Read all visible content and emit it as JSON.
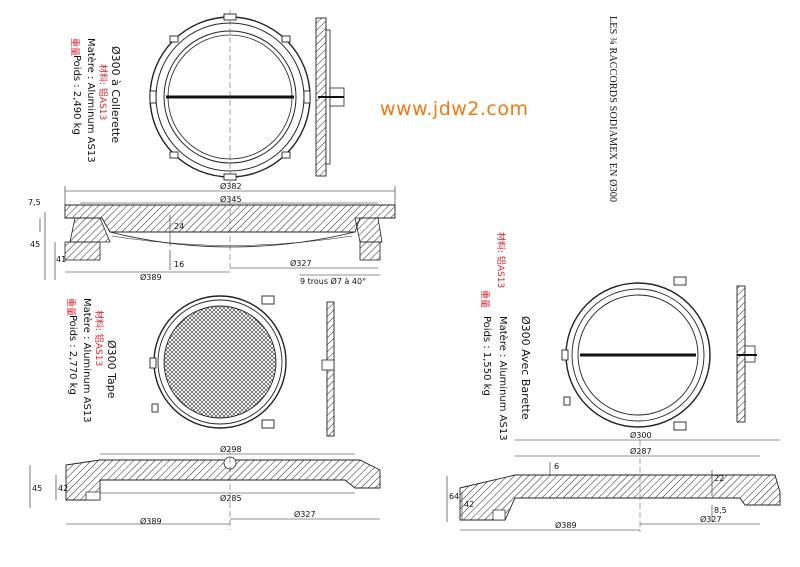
{
  "watermark": "www.jdw2.com",
  "side_title": "LES ¾ RACCORDS SODIAMEX EN Ø300",
  "blocks": {
    "collerette": {
      "red_label": "材料: 铝AS13",
      "title": "Ø300 à Collerette",
      "material": "Matère : Aluminum AS13",
      "weight_red": "重量",
      "weight": "Poids : 2,490 kg"
    },
    "tape": {
      "red_label": "材料: 铝AS13",
      "title": "Ø300 Tape",
      "material": "Matère : Aluminum AS13",
      "weight_red": "重量",
      "weight": "Poids : 2,770 kg"
    },
    "barette": {
      "red_label": "材料: 铝AS13",
      "title": "Ø300 Avec Barette",
      "material": "Matère : Aluminum AS13",
      "weight_red": "重量",
      "weight": "Poids : 1,550 kg"
    }
  },
  "dims_top": {
    "d382": "Ø382",
    "d345": "Ø345",
    "d389": "Ø389",
    "d327": "Ø327",
    "h75": "7,5",
    "h45": "45",
    "h41": "41",
    "h24": "24",
    "h16": "16",
    "holes": "9 trous Ø7 à 40°"
  },
  "dims_mid": {
    "d298": "Ø298",
    "d285": "Ø285",
    "d389": "Ø389",
    "d327": "Ø327",
    "h45": "45",
    "h42": "42"
  },
  "dims_right": {
    "d300": "Ø300",
    "d287": "Ø287",
    "d389": "Ø389",
    "d327": "Ø327",
    "h64": "64",
    "h42": "42",
    "h22": "22",
    "h85": "8,5",
    "h6": "6"
  }
}
